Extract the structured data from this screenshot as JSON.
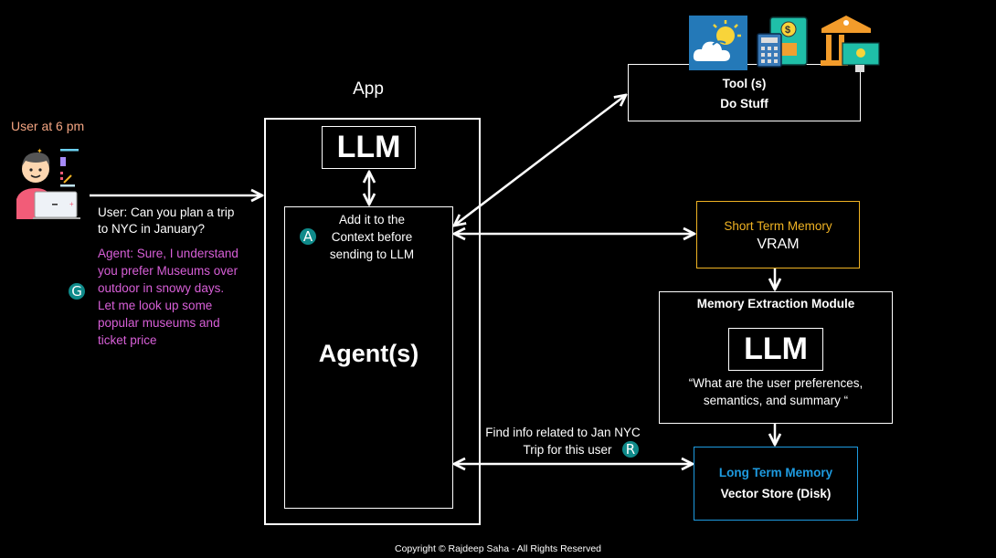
{
  "user": {
    "label": "User at 6 pm",
    "label_color": "#f4a582",
    "icon": "user-laptop-icon",
    "message": [
      "User: Can you plan a trip",
      "to NYC in January?"
    ],
    "agent_reply": [
      "Agent: Sure, I understand",
      "you prefer Museums over",
      "outdoor in snowy days.",
      "Let me look up some",
      "popular museums and",
      "ticket price"
    ],
    "agent_reply_color": "#d85fd8",
    "badge": "G"
  },
  "app": {
    "title": "App",
    "llm_label": "LLM",
    "context_text": [
      "Add it to the",
      "Context before",
      "sending to LLM"
    ],
    "context_badge": "A",
    "agent_label": "Agent(s)"
  },
  "tools": {
    "title": "Tool (s)",
    "subtitle": "Do Stuff",
    "icons": [
      "weather-icon",
      "finance-calculator-icon",
      "bank-money-icon"
    ]
  },
  "short_term_memory": {
    "title": "Short Term Memory",
    "title_color": "#f0b323",
    "subtitle": "VRAM"
  },
  "memory_extraction": {
    "title": "Memory Extraction Module",
    "llm_label": "LLM",
    "prompt": [
      "“What are the user preferences,",
      "semantics, and summary “"
    ]
  },
  "retrieval": {
    "text": [
      "Find info related to Jan NYC",
      "Trip for this user"
    ],
    "badge": "R"
  },
  "long_term_memory": {
    "title": "Long Term Memory",
    "title_color": "#1e9be0",
    "subtitle": "Vector Store (Disk)"
  },
  "footer": {
    "copyright": "Copyright © Rajdeep Saha - All Rights Reserved"
  },
  "colors": {
    "badge": "#0f8a8a",
    "stm_border": "#f0b323",
    "ltm_border": "#1e9be0"
  }
}
